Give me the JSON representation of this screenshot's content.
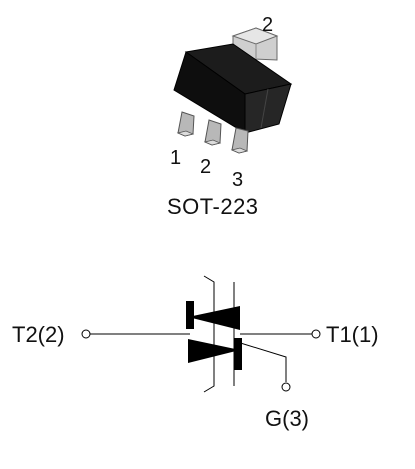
{
  "package": {
    "name": "SOT-223",
    "tab_pin_label": "2",
    "lead_labels": [
      "1",
      "2",
      "3"
    ],
    "body_color": "#0e0e0e",
    "lead_color": "#b8b8b8"
  },
  "symbol": {
    "t2_label": "T2(2)",
    "t1_label": "T1(1)",
    "gate_label": "G(3)",
    "fill_color": "#000000"
  }
}
